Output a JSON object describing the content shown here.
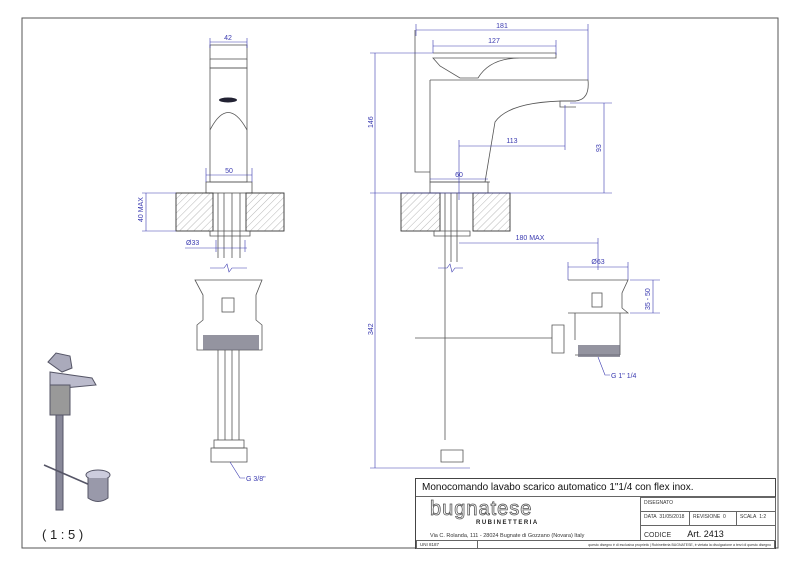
{
  "front_view": {
    "dim_width_top": "42",
    "dim_base": "50",
    "dim_counter": "40 MAX",
    "dim_hole": "Ø33",
    "thread_hose": "G 3/8\""
  },
  "side_view": {
    "dim_total_length": "181",
    "dim_lever": "127",
    "dim_height": "146",
    "dim_spout_reach": "113",
    "dim_spout_height": "93",
    "dim_base": "60",
    "dim_rod": "180 MAX",
    "dim_drain_dia": "Ø63",
    "dim_drain_height": "35 - 50",
    "thread_drain": "G 1\" 1/4",
    "dim_total_height": "342"
  },
  "scale_label": "( 1 : 5 )",
  "title_block": {
    "title": "Monocomando lavabo scarico automatico 1\"1/4 con flex inox.",
    "logo": "bugnatese",
    "logo_sub": "RUBINETTERIA",
    "address": "Via C. Rolanda, 111 - 28024 Bugnate di Gozzano (Novara) Italy",
    "disegnato_label": "DISEGNATO",
    "data_label": "DATA",
    "data_value": "31/05/2018",
    "revisione_label": "REVISIONE",
    "revisione_value": "0",
    "scala_label": "SCALA",
    "scala_value": "1:2",
    "codice_label": "CODICE",
    "codice_value": "Art. 2413",
    "uni": "UNI 8187",
    "notice": "questo disegno è di esclusiva proprietà | Rubinetteria BUGNATESE, è vietata la divulgazione a terzi di questo disegno"
  }
}
